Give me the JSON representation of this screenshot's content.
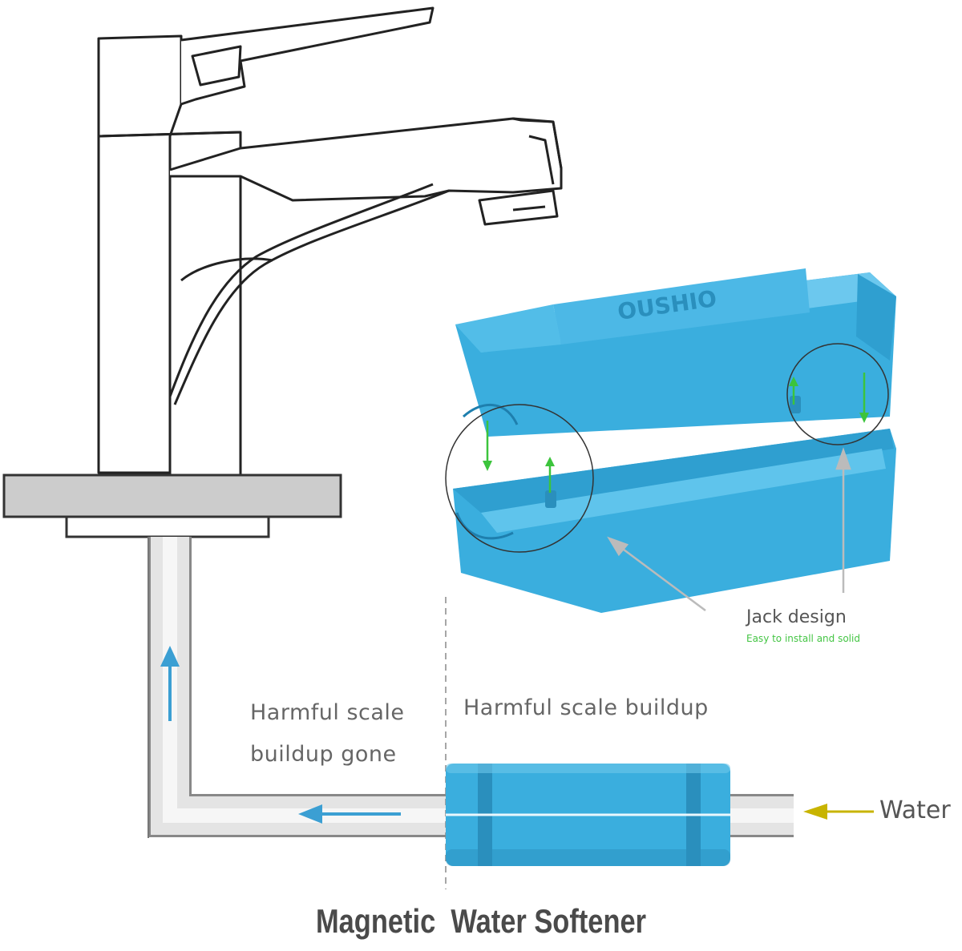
{
  "labels": {
    "scale_gone_line1": "Harmful scale",
    "scale_gone_line2": "buildup gone",
    "scale_buildup": "Harmful scale buildup",
    "water": "Water",
    "jack_design": "Jack design",
    "jack_design_sub": "Easy to install and solid",
    "title": "Magnetic  Water Softener"
  },
  "colors": {
    "device_blue": "#3aaede",
    "device_dark": "#2a8fbd",
    "flow_arrow": "#3b9fd3",
    "pipe": "#d9d9d9",
    "water_arrow": "#c8b400",
    "green_arrow": "#3cc43c",
    "countertop": "#cccccc"
  },
  "icons": {
    "faucet": "faucet-outline",
    "flow_up": "arrow-up-icon",
    "flow_left": "arrow-left-icon",
    "water_in": "arrow-left-icon"
  }
}
